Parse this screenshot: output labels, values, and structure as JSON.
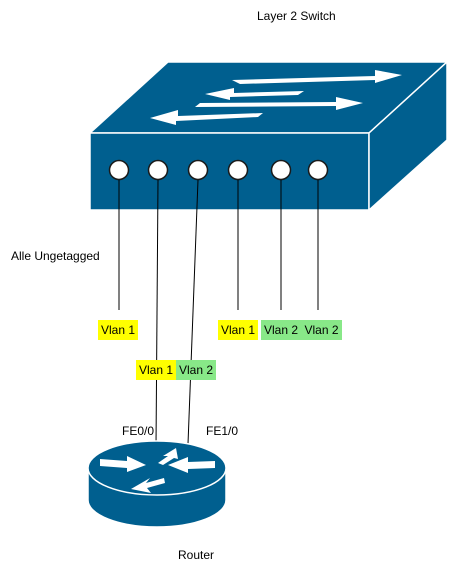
{
  "switch_title": "Layer 2 Switch",
  "untagged_note": "Alle Ungetagged",
  "vlan_tags": [
    {
      "label": "Vlan 1",
      "color": "#ffff00"
    },
    {
      "label": "Vlan 1",
      "color": "#ffff00"
    },
    {
      "label": "Vlan 2",
      "color": "#88e888"
    },
    {
      "label": "Vlan 2",
      "color": "#88e888"
    },
    {
      "label": "Vlan 1",
      "color": "#ffff00"
    },
    {
      "label": "Vlan 2",
      "color": "#88e888"
    }
  ],
  "interfaces": {
    "left": "FE0/0",
    "right": "FE1/0"
  },
  "router_label": "Router",
  "colors": {
    "device": "#005f8f",
    "device_side": "#004c73",
    "device_top": "#0b6aa3",
    "port": "#ffffff"
  }
}
